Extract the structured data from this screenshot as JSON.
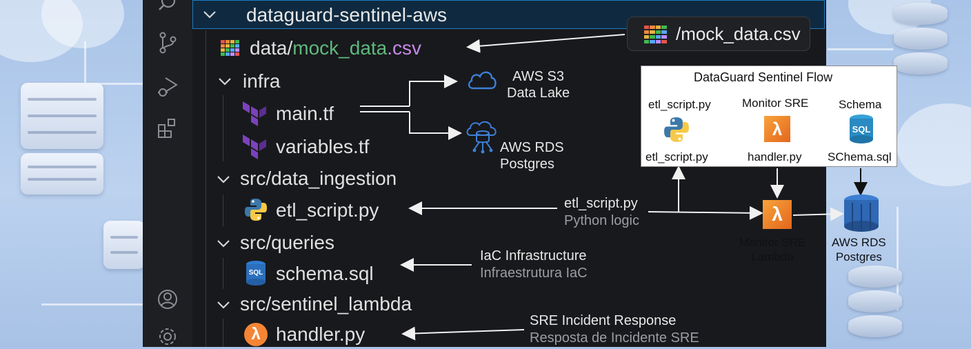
{
  "explorer": {
    "root_label": "dataguard-sentinel-aws",
    "tree": {
      "data_prefix": "data/",
      "data_mock": "mock_data",
      "data_ext": ".csv",
      "infra": "infra",
      "main_tf": "main.tf",
      "variables_tf": "variables.tf",
      "src_data_ingestion": "src/data_ingestion",
      "etl_script": "etl_script.py",
      "src_queries": "src/queries",
      "schema_sql": "schema.sql",
      "src_sentinel_lambda": "src/sentinel_lambda",
      "handler_py": "handler.py"
    }
  },
  "floating_label": {
    "text": "/mock_data.csv"
  },
  "resources": {
    "s3_line1": "AWS S3",
    "s3_line2": "Data Lake",
    "rds_line1": "AWS RDS",
    "rds_line2": "Postgres"
  },
  "annotations": {
    "etl_title": "etl_script.py",
    "etl_sub": "Python logic",
    "iac_title": "IaC Infrastructure",
    "iac_sub": "Infraestrutura IaC",
    "sre_title": "SRE Incident Response",
    "sre_sub": "Resposta de Incidente SRE"
  },
  "flow": {
    "title": "DataGuard Sentinel Flow",
    "col1_top": "etl_script.py",
    "col1_bottom": "etl_script.py",
    "col2_top": "Monitor SRE",
    "col2_bottom": "handler.py",
    "col3_top": "Schema",
    "col3_bottom": "SChema.sql",
    "sql_icon_text": "SQL"
  },
  "lambda_below": {
    "line1": "Monitor SRE",
    "line2": "Lambda"
  },
  "rds_below": {
    "line1": "AWS RDS",
    "line2": "Postgres"
  },
  "icons": {
    "sql_badge_text": "SQL",
    "lambda_symbol": "λ"
  },
  "colors": {
    "header_bg": "#0f2a40",
    "header_border": "#1b7bc4",
    "explorer_bg": "#18191c",
    "activity_bg": "#1e1f22",
    "csv_name_color": "#5fb87e",
    "csv_ext_color": "#c589e8",
    "terraform_purple": "#7b42bc",
    "lambda_orange": "#f58534",
    "aws_blue": "#2f68b5"
  }
}
